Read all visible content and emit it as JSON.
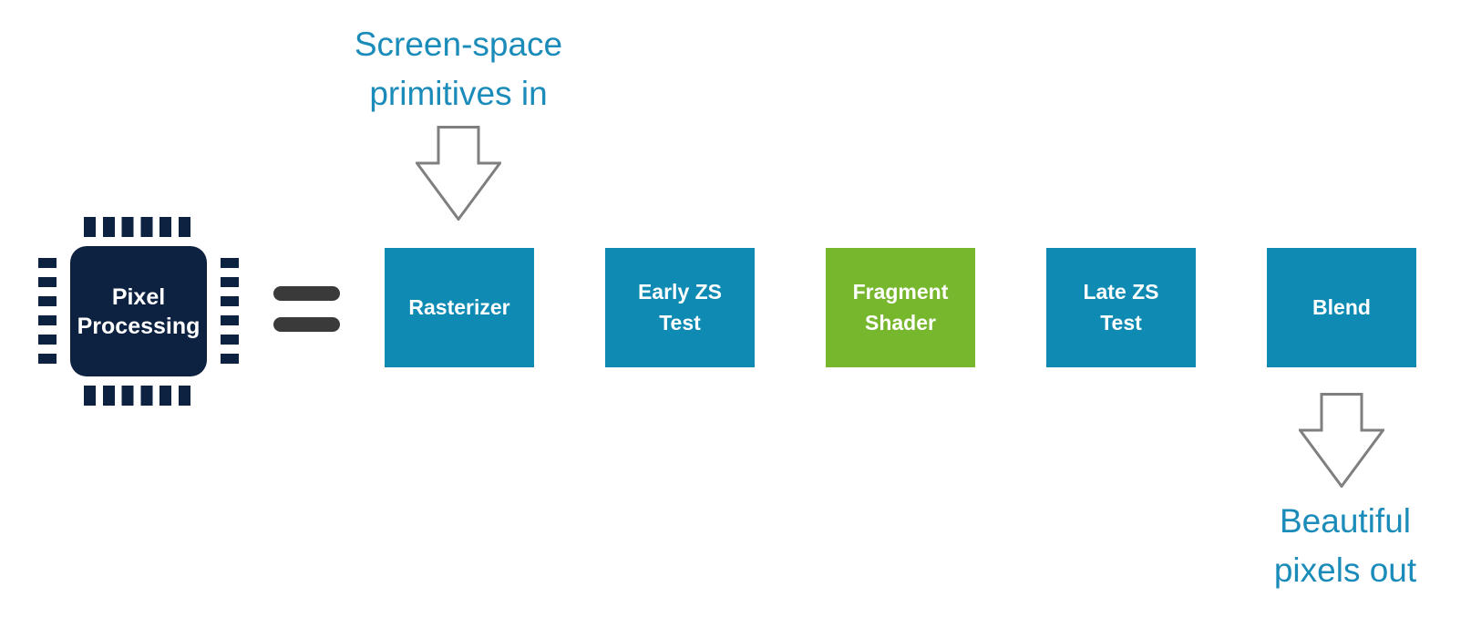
{
  "diagram": {
    "input_annotation": "Screen-space\nprimitives in",
    "output_annotation": "Beautiful\npixels out",
    "chip_label": "Pixel\nProcessing",
    "stages": [
      {
        "label": "Rasterizer",
        "color": "#0e8ab3"
      },
      {
        "label": "Early ZS\nTest",
        "color": "#0e8ab3"
      },
      {
        "label": "Fragment\nShader",
        "color": "#77b72d"
      },
      {
        "label": "Late ZS\nTest",
        "color": "#0e8ab3"
      },
      {
        "label": "Blend",
        "color": "#0e8ab3"
      }
    ],
    "colors": {
      "stage_blue": "#0e8ab3",
      "stage_green": "#77b72d",
      "chip_navy": "#0d2240",
      "equals_gray": "#3a3a3a",
      "annotation_blue": "#1b8cba",
      "arrow_outline_gray": "#7f7f7f",
      "stage_text": "#ffffff",
      "background": "#ffffff"
    }
  }
}
